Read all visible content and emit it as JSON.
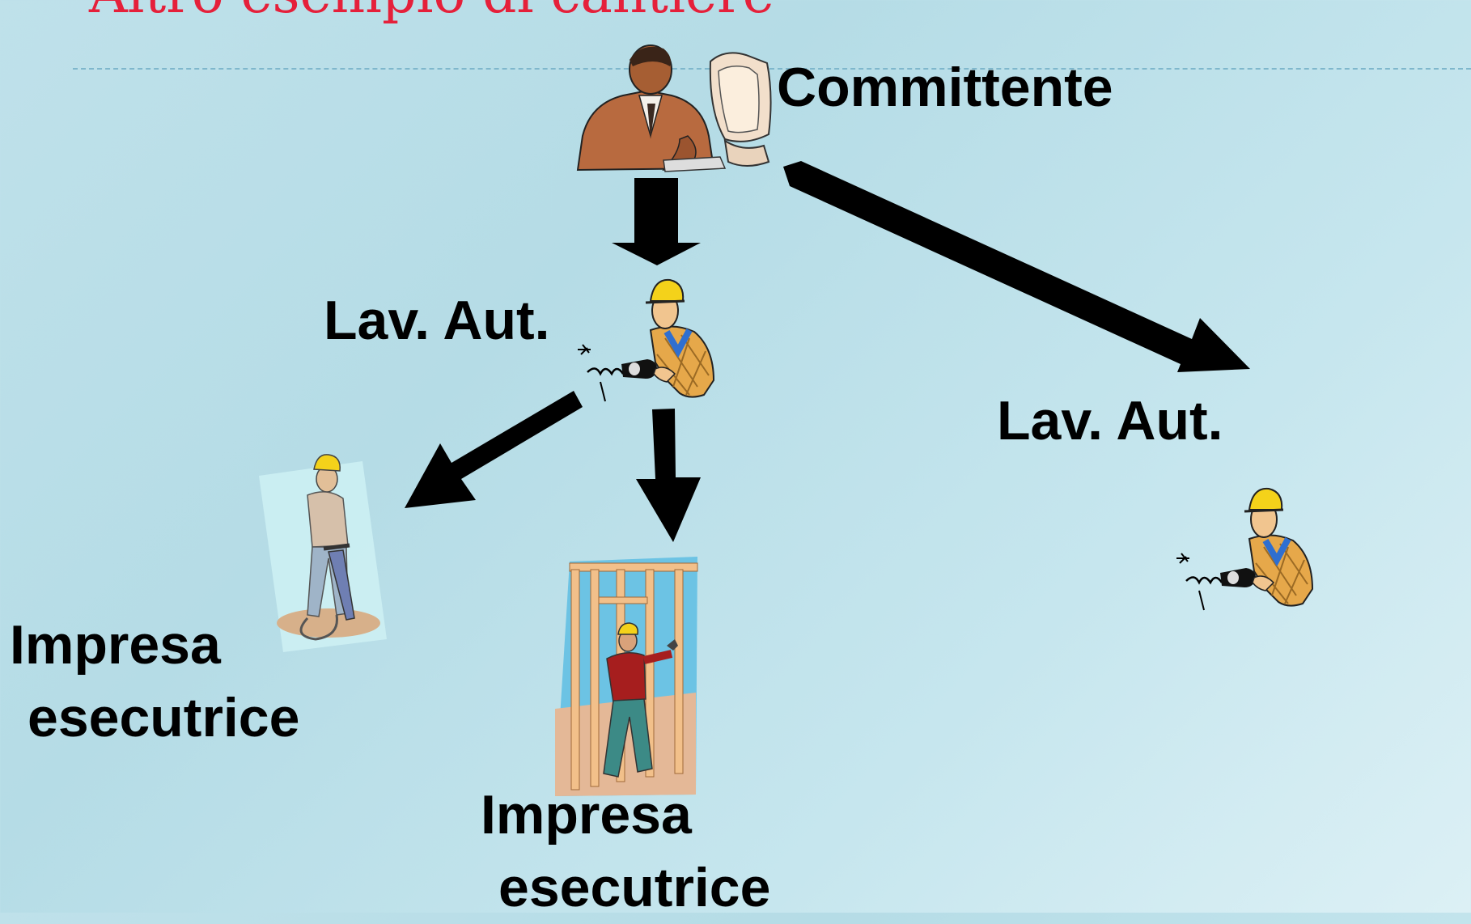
{
  "slide": {
    "title": "Altro esempio di cantiere"
  },
  "nodes": {
    "committente": {
      "label": "Committente",
      "icon": "businessman-computer-icon"
    },
    "lav_aut_1": {
      "label": "Lav. Aut.",
      "icon": "worker-drill-icon"
    },
    "lav_aut_2": {
      "label": "Lav. Aut.",
      "icon": "worker-drill-icon"
    },
    "impresa_1": {
      "line1": "Impresa",
      "line2": "esecutrice",
      "icon": "jackhammer-worker-icon"
    },
    "impresa_2": {
      "line1": "Impresa",
      "line2": "esecutrice",
      "icon": "carpenter-frame-icon"
    }
  },
  "colors": {
    "title": "#e5203a",
    "arrows": "#000000",
    "background": "#bfe1ea"
  }
}
